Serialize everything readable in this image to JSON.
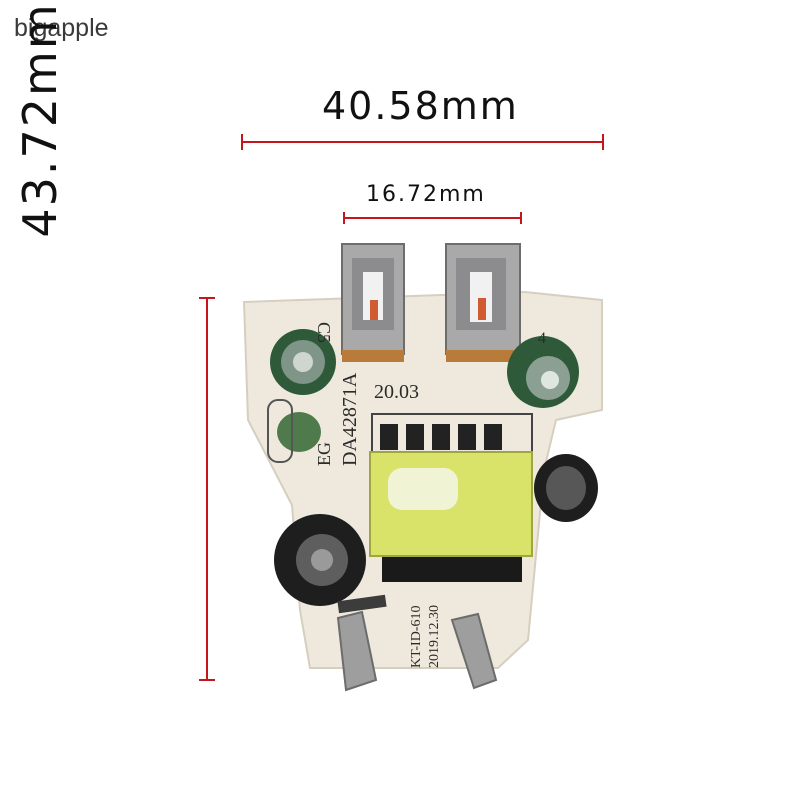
{
  "brand": "bigapple",
  "dimensions": {
    "width": "40.58mm",
    "connector_spacing": "16.72mm",
    "height": "43.72mm"
  },
  "board_markings": {
    "c5": "C5",
    "c4": "4",
    "code_2003": "20.03",
    "eg": "EG",
    "part_no": "DA42871A",
    "model": "KT-ID-610",
    "date": "2019.12.30"
  },
  "colors": {
    "dimension_line": "#c4161c",
    "pcb": "#efe9dd",
    "transformer": "#d9e36a",
    "capacitor_green": "#2f5a3a",
    "capacitor_black": "#1e1e1e"
  }
}
